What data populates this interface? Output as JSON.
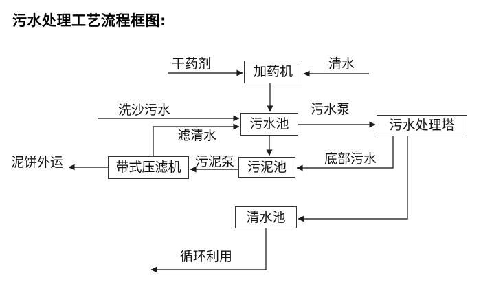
{
  "title": "污水处理工艺流程框图:",
  "nodes": {
    "dosing_machine": "加药机",
    "sewage_pool": "污水池",
    "treatment_tower": "污水处理塔",
    "sludge_pool": "污泥池",
    "belt_filter_press": "带式压滤机",
    "clean_water_pool": "清水池"
  },
  "flow_labels": {
    "dry_chemical": "干药剂",
    "clean_water": "清水",
    "sand_wash_sewage": "洗沙污水",
    "filtered_water": "滤清水",
    "sewage_pump": "污水泵",
    "bottom_sewage": "底部污水",
    "sludge_pump": "污泥泵",
    "mud_cake_outbound": "泥饼外运",
    "recycling": "循环利用"
  },
  "colors": {
    "line": "#333333",
    "arrowhead": "#1a1a1a",
    "text": "#111111",
    "background": "#ffffff"
  }
}
